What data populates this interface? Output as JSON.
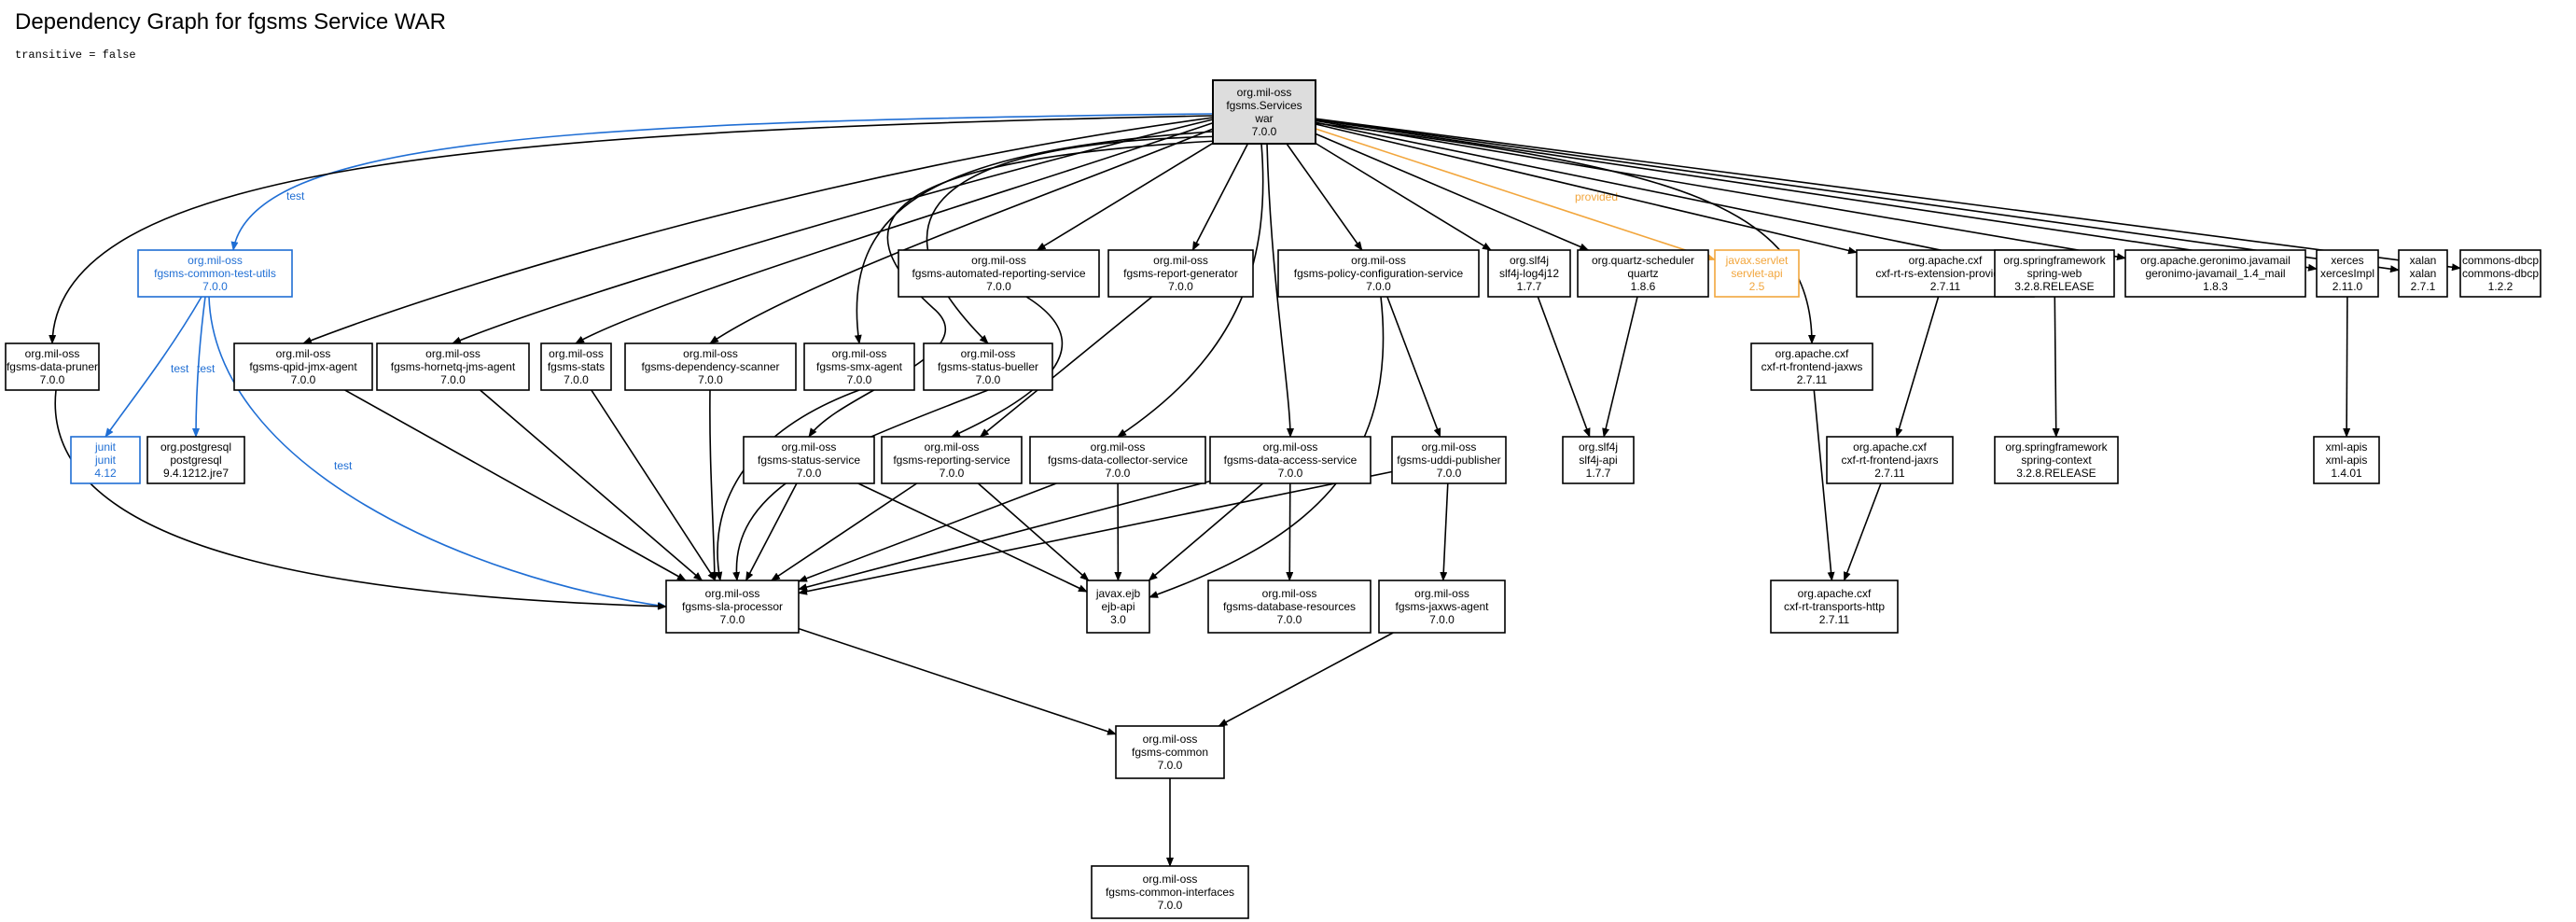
{
  "title": "Dependency Graph for fgsms Service WAR",
  "subtitle": "transitive = false",
  "colors": {
    "default": "#000000",
    "test": "#1f6ed4",
    "provided": "#f2a63d",
    "root_fill": "#dddddd"
  },
  "nodes": {
    "root": {
      "lines": [
        "org.mil-oss",
        "fgsms.Services",
        "war",
        "7.0.0"
      ],
      "scope": "root"
    },
    "common_test_utils": {
      "lines": [
        "org.mil-oss",
        "fgsms-common-test-utils",
        "7.0.0"
      ],
      "scope": "test"
    },
    "data_pruner": {
      "lines": [
        "org.mil-oss",
        "fgsms-data-pruner",
        "7.0.0"
      ]
    },
    "qpid_jmx_agent": {
      "lines": [
        "org.mil-oss",
        "fgsms-qpid-jmx-agent",
        "7.0.0"
      ]
    },
    "hornetq_jms_agent": {
      "lines": [
        "org.mil-oss",
        "fgsms-hornetq-jms-agent",
        "7.0.0"
      ]
    },
    "stats": {
      "lines": [
        "org.mil-oss",
        "fgsms-stats",
        "7.0.0"
      ]
    },
    "dependency_scanner": {
      "lines": [
        "org.mil-oss",
        "fgsms-dependency-scanner",
        "7.0.0"
      ]
    },
    "smx_agent": {
      "lines": [
        "org.mil-oss",
        "fgsms-smx-agent",
        "7.0.0"
      ]
    },
    "status_bueller": {
      "lines": [
        "org.mil-oss",
        "fgsms-status-bueller",
        "7.0.0"
      ]
    },
    "automated_reporting": {
      "lines": [
        "org.mil-oss",
        "fgsms-automated-reporting-service",
        "7.0.0"
      ]
    },
    "report_generator": {
      "lines": [
        "org.mil-oss",
        "fgsms-report-generator",
        "7.0.0"
      ]
    },
    "policy_config": {
      "lines": [
        "org.mil-oss",
        "fgsms-policy-configuration-service",
        "7.0.0"
      ]
    },
    "slf4j_log4j12": {
      "lines": [
        "org.slf4j",
        "slf4j-log4j12",
        "1.7.7"
      ]
    },
    "quartz": {
      "lines": [
        "org.quartz-scheduler",
        "quartz",
        "1.8.6"
      ]
    },
    "servlet_api": {
      "lines": [
        "javax.servlet",
        "servlet-api",
        "2.5"
      ],
      "scope": "provided"
    },
    "cxf_rs_ext": {
      "lines": [
        "org.apache.cxf",
        "cxf-rt-rs-extension-providers",
        "2.7.11"
      ]
    },
    "spring_web": {
      "lines": [
        "org.springframework",
        "spring-web",
        "3.2.8.RELEASE"
      ]
    },
    "javamail": {
      "lines": [
        "org.apache.geronimo.javamail",
        "geronimo-javamail_1.4_mail",
        "1.8.3"
      ]
    },
    "xercesimpl": {
      "lines": [
        "xerces",
        "xercesImpl",
        "2.11.0"
      ]
    },
    "xalan": {
      "lines": [
        "xalan",
        "xalan",
        "2.7.1"
      ]
    },
    "commons_dbcp": {
      "lines": [
        "commons-dbcp",
        "commons-dbcp",
        "1.2.2"
      ]
    },
    "cxf_frontend_jaxws": {
      "lines": [
        "org.apache.cxf",
        "cxf-rt-frontend-jaxws",
        "2.7.11"
      ]
    },
    "junit": {
      "lines": [
        "junit",
        "junit",
        "4.12"
      ],
      "scope": "test"
    },
    "postgresql": {
      "lines": [
        "org.postgresql",
        "postgresql",
        "9.4.1212.jre7"
      ]
    },
    "status_service": {
      "lines": [
        "org.mil-oss",
        "fgsms-status-service",
        "7.0.0"
      ]
    },
    "reporting_service": {
      "lines": [
        "org.mil-oss",
        "fgsms-reporting-service",
        "7.0.0"
      ]
    },
    "data_collector": {
      "lines": [
        "org.mil-oss",
        "fgsms-data-collector-service",
        "7.0.0"
      ]
    },
    "data_access": {
      "lines": [
        "org.mil-oss",
        "fgsms-data-access-service",
        "7.0.0"
      ]
    },
    "uddi_publisher": {
      "lines": [
        "org.mil-oss",
        "fgsms-uddi-publisher",
        "7.0.0"
      ]
    },
    "slf4j_api": {
      "lines": [
        "org.slf4j",
        "slf4j-api",
        "1.7.7"
      ]
    },
    "cxf_frontend_jaxrs": {
      "lines": [
        "org.apache.cxf",
        "cxf-rt-frontend-jaxrs",
        "2.7.11"
      ]
    },
    "spring_context": {
      "lines": [
        "org.springframework",
        "spring-context",
        "3.2.8.RELEASE"
      ]
    },
    "xml_apis": {
      "lines": [
        "xml-apis",
        "xml-apis",
        "1.4.01"
      ]
    },
    "sla_processor": {
      "lines": [
        "org.mil-oss",
        "fgsms-sla-processor",
        "7.0.0"
      ]
    },
    "ejb_api": {
      "lines": [
        "javax.ejb",
        "ejb-api",
        "3.0"
      ]
    },
    "database_resources": {
      "lines": [
        "org.mil-oss",
        "fgsms-database-resources",
        "7.0.0"
      ]
    },
    "jaxws_agent": {
      "lines": [
        "org.mil-oss",
        "fgsms-jaxws-agent",
        "7.0.0"
      ]
    },
    "common": {
      "lines": [
        "org.mil-oss",
        "fgsms-common",
        "7.0.0"
      ]
    },
    "common_interfaces": {
      "lines": [
        "org.mil-oss",
        "fgsms-common-interfaces",
        "7.0.0"
      ]
    }
  },
  "edges": [
    {
      "from": "root",
      "to": "common_test_utils",
      "scope": "test",
      "label": "test"
    },
    {
      "from": "root",
      "to": "data_pruner"
    },
    {
      "from": "root",
      "to": "qpid_jmx_agent"
    },
    {
      "from": "root",
      "to": "hornetq_jms_agent"
    },
    {
      "from": "root",
      "to": "stats"
    },
    {
      "from": "root",
      "to": "dependency_scanner"
    },
    {
      "from": "root",
      "to": "smx_agent"
    },
    {
      "from": "root",
      "to": "status_bueller"
    },
    {
      "from": "root",
      "to": "automated_reporting"
    },
    {
      "from": "root",
      "to": "report_generator"
    },
    {
      "from": "root",
      "to": "policy_config"
    },
    {
      "from": "root",
      "to": "slf4j_log4j12"
    },
    {
      "from": "root",
      "to": "quartz"
    },
    {
      "from": "root",
      "to": "servlet_api",
      "scope": "provided",
      "label": "provided"
    },
    {
      "from": "root",
      "to": "cxf_rs_ext"
    },
    {
      "from": "root",
      "to": "spring_web"
    },
    {
      "from": "root",
      "to": "javamail"
    },
    {
      "from": "root",
      "to": "xercesimpl"
    },
    {
      "from": "root",
      "to": "xalan"
    },
    {
      "from": "root",
      "to": "commons_dbcp"
    },
    {
      "from": "root",
      "to": "cxf_frontend_jaxws"
    },
    {
      "from": "root",
      "to": "status_service"
    },
    {
      "from": "root",
      "to": "data_collector"
    },
    {
      "from": "root",
      "to": "data_access"
    },
    {
      "from": "common_test_utils",
      "to": "junit",
      "scope": "test",
      "label": "test"
    },
    {
      "from": "common_test_utils",
      "to": "postgresql",
      "scope": "test",
      "label": "test"
    },
    {
      "from": "common_test_utils",
      "to": "sla_processor",
      "scope": "test",
      "label": "test"
    },
    {
      "from": "data_pruner",
      "to": "sla_processor"
    },
    {
      "from": "qpid_jmx_agent",
      "to": "sla_processor"
    },
    {
      "from": "hornetq_jms_agent",
      "to": "sla_processor"
    },
    {
      "from": "stats",
      "to": "sla_processor"
    },
    {
      "from": "dependency_scanner",
      "to": "sla_processor"
    },
    {
      "from": "smx_agent",
      "to": "sla_processor"
    },
    {
      "from": "status_bueller",
      "to": "sla_processor"
    },
    {
      "from": "automated_reporting",
      "to": "reporting_service"
    },
    {
      "from": "report_generator",
      "to": "reporting_service"
    },
    {
      "from": "policy_config",
      "to": "uddi_publisher"
    },
    {
      "from": "policy_config",
      "to": "ejb_api"
    },
    {
      "from": "slf4j_log4j12",
      "to": "slf4j_api"
    },
    {
      "from": "quartz",
      "to": "slf4j_api"
    },
    {
      "from": "cxf_rs_ext",
      "to": "cxf_frontend_jaxrs"
    },
    {
      "from": "spring_web",
      "to": "spring_context"
    },
    {
      "from": "xercesimpl",
      "to": "xml_apis"
    },
    {
      "from": "cxf_frontend_jaxws",
      "to": "cxf_transports_http"
    },
    {
      "from": "cxf_frontend_jaxrs",
      "to": "cxf_transports_http"
    },
    {
      "from": "status_service",
      "to": "sla_processor"
    },
    {
      "from": "status_service",
      "to": "ejb_api"
    },
    {
      "from": "reporting_service",
      "to": "sla_processor"
    },
    {
      "from": "reporting_service",
      "to": "ejb_api"
    },
    {
      "from": "data_collector",
      "to": "sla_processor"
    },
    {
      "from": "data_collector",
      "to": "ejb_api"
    },
    {
      "from": "data_access",
      "to": "sla_processor"
    },
    {
      "from": "data_access",
      "to": "ejb_api"
    },
    {
      "from": "data_access",
      "to": "database_resources"
    },
    {
      "from": "uddi_publisher",
      "to": "sla_processor"
    },
    {
      "from": "uddi_publisher",
      "to": "jaxws_agent"
    },
    {
      "from": "sla_processor",
      "to": "common"
    },
    {
      "from": "jaxws_agent",
      "to": "common"
    },
    {
      "from": "common",
      "to": "common_interfaces"
    }
  ],
  "extra_nodes": {
    "cxf_transports_http": {
      "lines": [
        "org.apache.cxf",
        "cxf-rt-transports-http",
        "2.7.11"
      ]
    }
  }
}
